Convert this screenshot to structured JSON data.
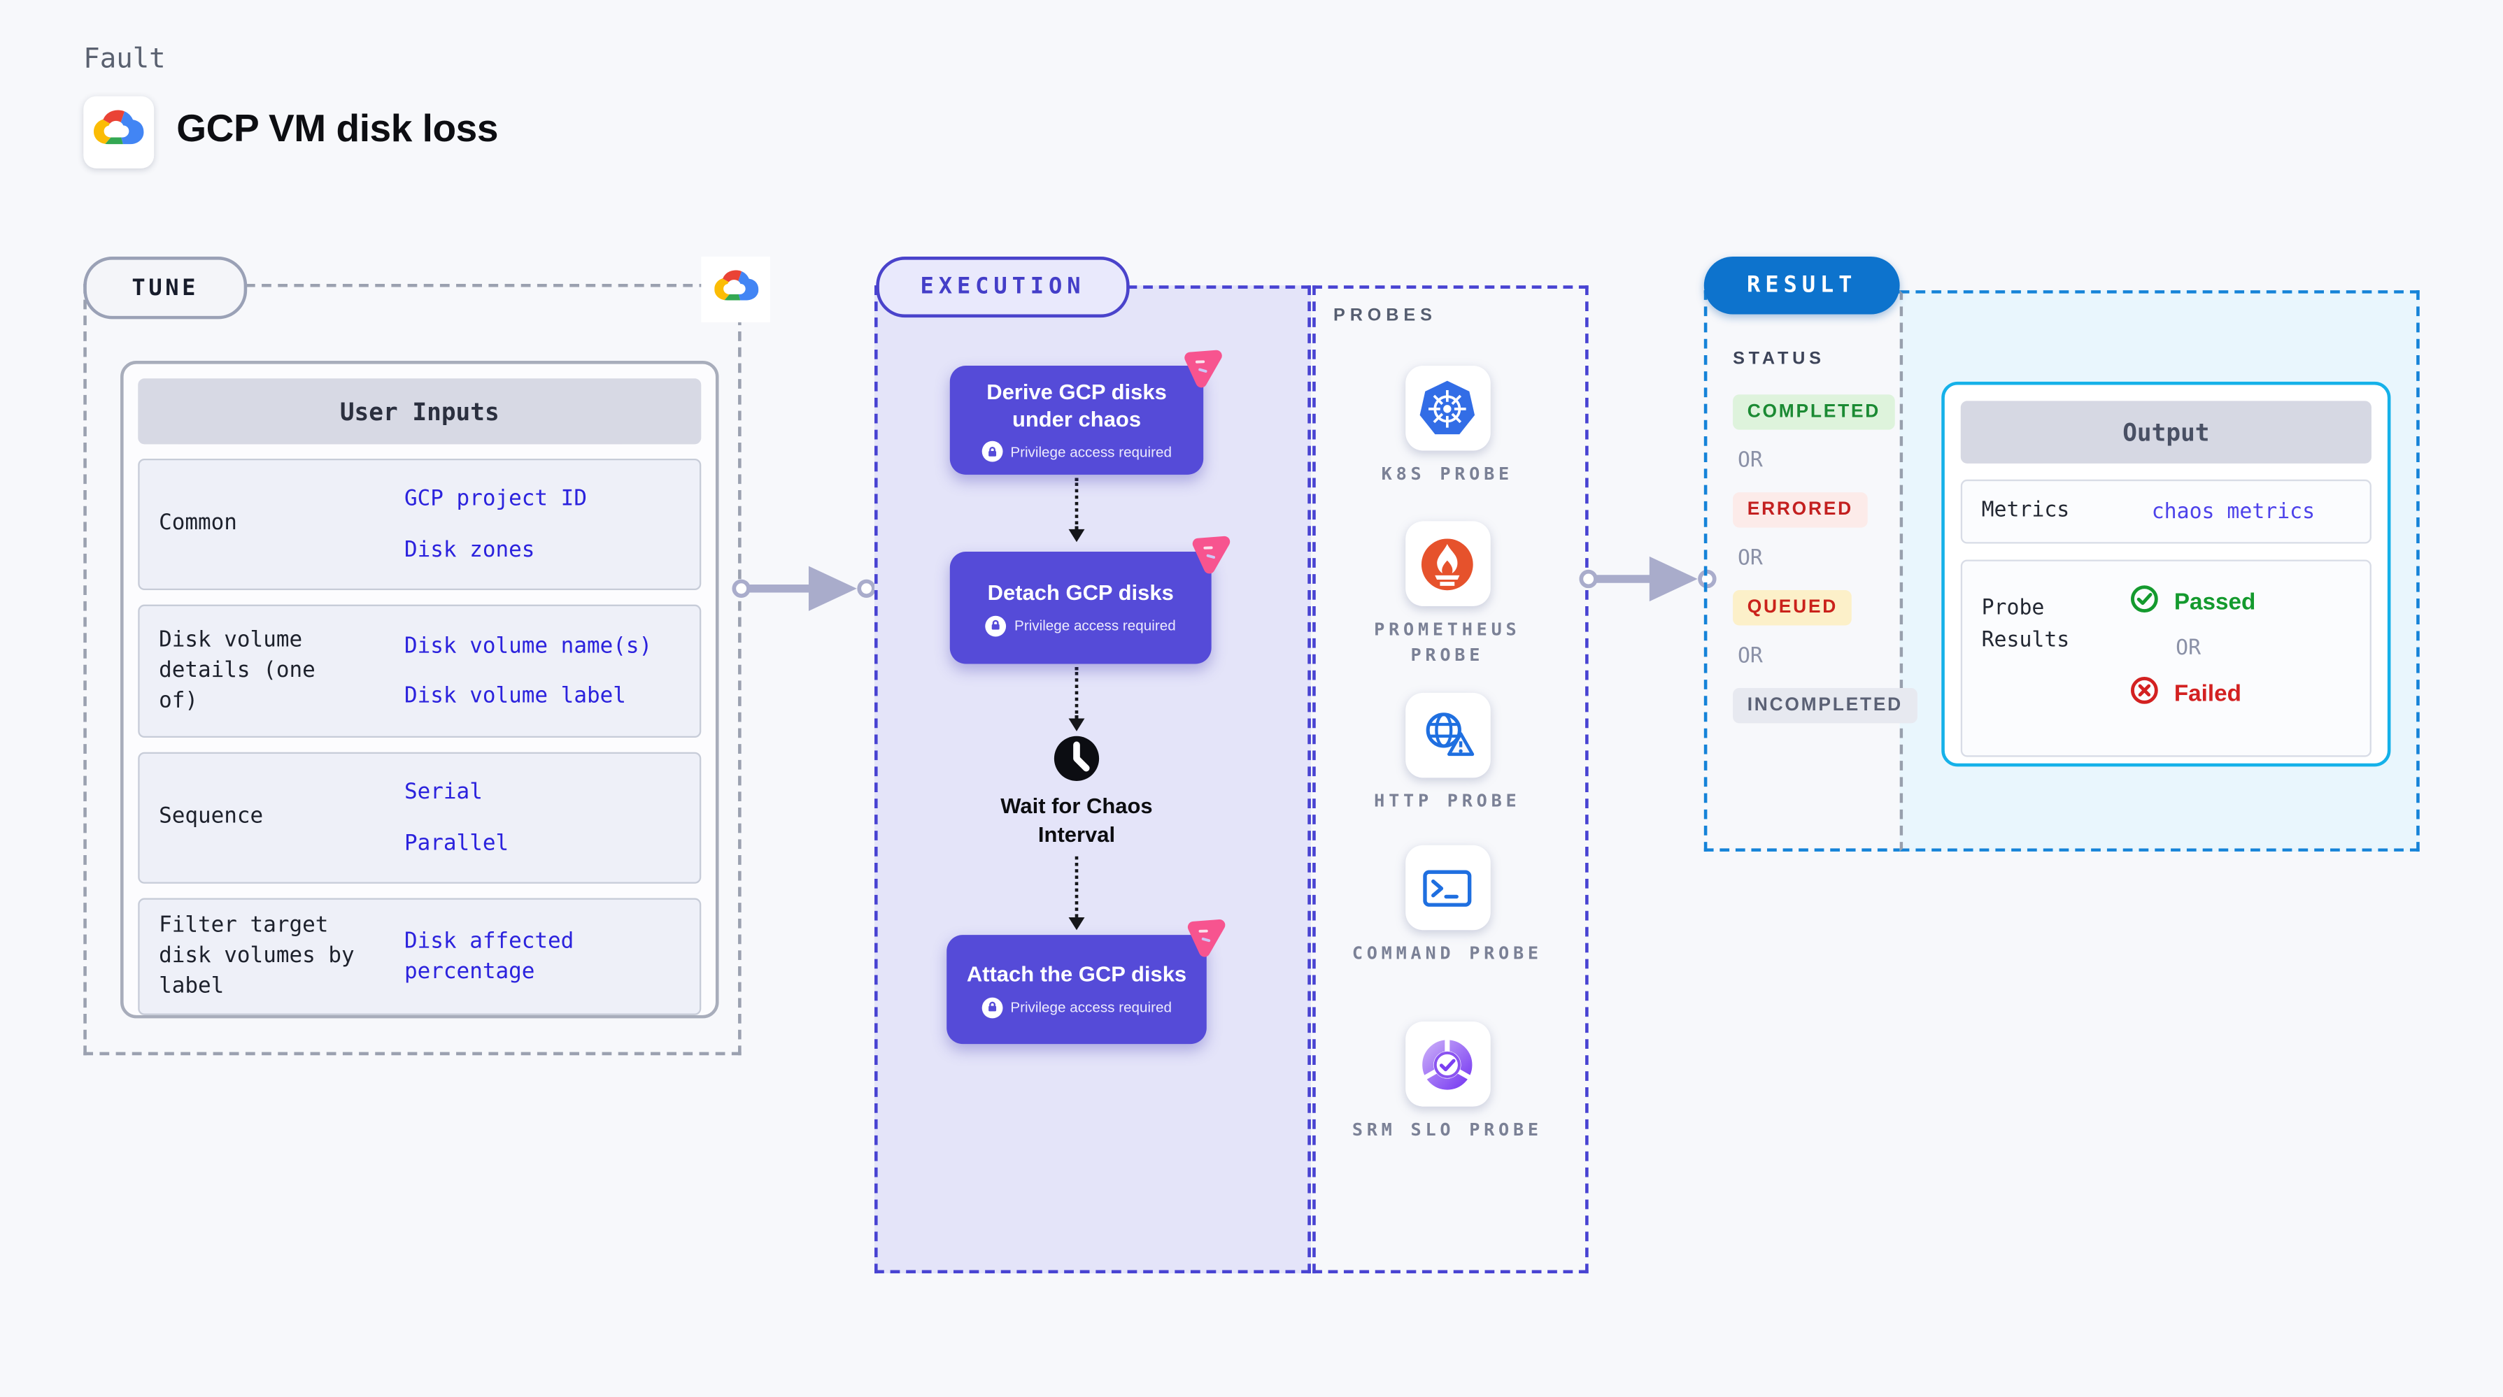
{
  "page": {
    "eyebrow": "Fault",
    "title": "GCP VM disk loss"
  },
  "tune": {
    "badge": "TUNE",
    "table": {
      "header": "User Inputs",
      "rows": [
        {
          "label": "Common",
          "values": [
            "GCP project ID",
            "Disk zones"
          ]
        },
        {
          "label": "Disk volume details (one of)",
          "values": [
            "Disk volume name(s)",
            "Disk volume label"
          ]
        },
        {
          "label": "Sequence",
          "values": [
            "Serial",
            "Parallel"
          ]
        },
        {
          "label": "Filter target disk volumes by label",
          "values": [
            "Disk affected percentage"
          ]
        }
      ]
    }
  },
  "execution": {
    "badge": "EXECUTION",
    "steps": [
      {
        "title": "Derive GCP disks under chaos",
        "note": "Privilege access required"
      },
      {
        "title": "Detach GCP disks",
        "note": "Privilege access required"
      },
      {
        "title": "Attach the GCP disks",
        "note": "Privilege access required"
      }
    ],
    "wait_label": "Wait for Chaos Interval"
  },
  "probes": {
    "label": "PROBES",
    "items": [
      {
        "label": "K8S PROBE",
        "icon": "kubernetes-icon"
      },
      {
        "label": "PROMETHEUS PROBE",
        "icon": "prometheus-icon"
      },
      {
        "label": "HTTP PROBE",
        "icon": "globe-alert-icon"
      },
      {
        "label": "COMMAND PROBE",
        "icon": "terminal-icon"
      },
      {
        "label": "SRM SLO PROBE",
        "icon": "slo-donut-check-icon"
      }
    ]
  },
  "result": {
    "badge": "RESULT",
    "status": {
      "label": "STATUS",
      "separator": "OR",
      "options": [
        {
          "text": "COMPLETED",
          "tone": "success"
        },
        {
          "text": "ERRORED",
          "tone": "error"
        },
        {
          "text": "QUEUED",
          "tone": "warning"
        },
        {
          "text": "INCOMPLETED",
          "tone": "neutral"
        }
      ]
    },
    "output": {
      "header": "Output",
      "metrics_label": "Metrics",
      "metrics_value": "chaos metrics",
      "probe_results_label": "Probe Results",
      "separator": "OR",
      "passed": "Passed",
      "failed": "Failed"
    }
  },
  "colors": {
    "accent_indigo": "#4843d2",
    "step_purple": "#554bd8",
    "result_blue": "#0d73cd",
    "output_border_cyan": "#15b1e9",
    "value_blue": "#2b22dd",
    "success_green": "#149a2e",
    "error_red": "#d32121",
    "warning_yellow_bg": "#fcf0c9",
    "pink_badge": "#f7548f"
  }
}
